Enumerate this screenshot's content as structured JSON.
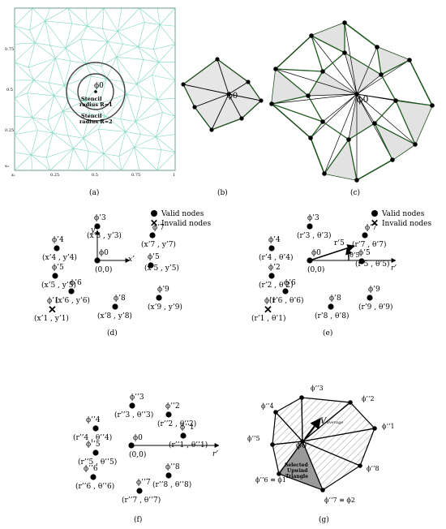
{
  "panels": {
    "a": {
      "caption": "(a)",
      "phi": "ϕ0",
      "stencil1": "Stencil",
      "stencil1b": "radius R=1",
      "stencil2": "Stencil",
      "stencil2b": "radius R=2",
      "yticks": [
        "0.75",
        "0.5",
        "0.25"
      ],
      "xticks": [
        "0.25",
        "0.5",
        "0.75",
        "1"
      ],
      "corner_x": "x₁",
      "corner_y": "x₂",
      "mesh_color": "#7fd6c0"
    },
    "b": {
      "caption": "(b)",
      "phi": "ϕ0"
    },
    "c": {
      "caption": "(c)",
      "phi": "ϕ0"
    },
    "d": {
      "caption": "(d)",
      "legend_valid": "Valid nodes",
      "legend_invalid": "Invalid nodes",
      "axis_x": "x’",
      "axis_y": "y’",
      "origin_label": "ϕ0",
      "origin_coord": "(0,0)",
      "nodes": [
        {
          "name": "ϕ’3",
          "coord": "(x’3 , y’3)"
        },
        {
          "name": "ϕ’7",
          "coord": "(x’7 , y’7)"
        },
        {
          "name": "ϕ’4",
          "coord": "(x’4 , y’4)"
        },
        {
          "name": "ϕ’5",
          "coord": "(x’5 , y’5)"
        },
        {
          "name": "ϕ’5",
          "coord": "(x’5 , y’5)"
        },
        {
          "name": "ϕ’1",
          "coord": "(x’1 , y’1)"
        },
        {
          "name": "ϕ’6",
          "coord": "(x’6 , y’6)"
        },
        {
          "name": "ϕ’8",
          "coord": "(x’8 , y’8)"
        },
        {
          "name": "ϕ’9",
          "coord": "(x’9 , y’9)"
        }
      ]
    },
    "e": {
      "caption": "(e)",
      "legend_valid": "Valid nodes",
      "legend_invalid": "Invalid nodes",
      "axis_r": "r’",
      "r5": "r’5",
      "theta5": "θ’5",
      "origin_label": "ϕ0",
      "origin_coord": "(0,0)",
      "nodes": [
        {
          "name": "ϕ’3",
          "coord": "(r’3 , θ’3)"
        },
        {
          "name": "ϕ’7",
          "coord": "(r’7 , θ’7)"
        },
        {
          "name": "ϕ’4",
          "coord": "(r’4 , θ’4)"
        },
        {
          "name": "ϕ’5",
          "coord": "(r’5 , θ’5)"
        },
        {
          "name": "ϕ’2",
          "coord": "(r’2 , θ’2)"
        },
        {
          "name": "ϕ’1",
          "coord": "(r’1 , θ’1)"
        },
        {
          "name": "ϕ’6",
          "coord": "(r’6 , θ’6)"
        },
        {
          "name": "ϕ’8",
          "coord": "(r’8 , θ’8)"
        },
        {
          "name": "ϕ’9",
          "coord": "(r’9 , θ’9)"
        }
      ]
    },
    "f": {
      "caption": "(f)",
      "axis_r": "r’",
      "origin_label": "ϕ0",
      "origin_coord": "(0,0)",
      "nodes": [
        {
          "name": "ϕ’’3",
          "coord": "(r’’3 , θ’’3)"
        },
        {
          "name": "ϕ’’2",
          "coord": "(r’’2 , θ’’2)"
        },
        {
          "name": "ϕ’’4",
          "coord": "(r’’4 , θ’’4)"
        },
        {
          "name": "ϕ’’1",
          "coord": "(r’’1 , θ’’1)"
        },
        {
          "name": "ϕ’’5",
          "coord": "(r’’5 , θ’’5)"
        },
        {
          "name": "ϕ’’6",
          "coord": "(r’’6 , θ’’6)"
        },
        {
          "name": "ϕ’’8",
          "coord": "(r’’8 , θ’’8)"
        },
        {
          "name": "ϕ’’7",
          "coord": "(r’’7 , θ’’7)"
        }
      ]
    },
    "g": {
      "caption": "(g)",
      "phi": "ϕ0",
      "v_avg": "V",
      "v_avg_sub": "average",
      "sel1": "Selected",
      "sel2": "Upwind",
      "sel3": "Triangle",
      "n3": "ϕ’’3",
      "n2": "ϕ’’2",
      "n4": "ϕ’’4",
      "n1": "ϕ’’1",
      "n5": "ϕ’’5",
      "n8": "ϕ’’8",
      "n6": "ϕ’’6 ≡ ϕ1",
      "n7": "ϕ’’7 ≡ ϕ2"
    }
  }
}
